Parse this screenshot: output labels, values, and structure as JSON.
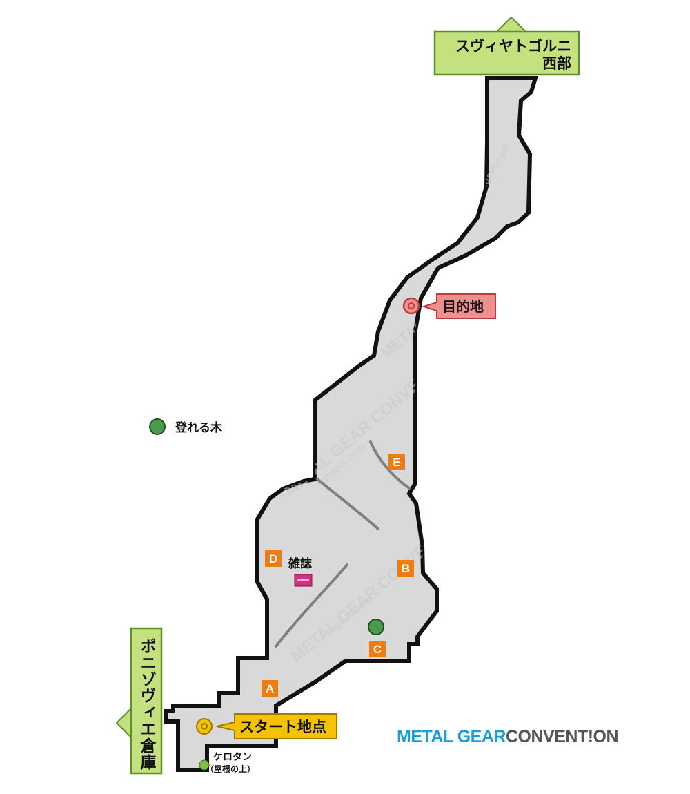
{
  "exits": {
    "north": {
      "line1": "スヴィヤトゴルニ",
      "line2": "西部"
    },
    "west": {
      "label": "ポニゾヴィエ倉庫"
    }
  },
  "points": {
    "destination": "目的地",
    "start": "スタート地点",
    "magazine": "雑誌",
    "kerotan_name": "ケロタン",
    "kerotan_note": "（屋根の上）"
  },
  "legend": {
    "climbable_tree": "登れる木"
  },
  "letters": [
    "A",
    "B",
    "C",
    "D",
    "E"
  ],
  "logo": {
    "part1": "METAL GEAR",
    "part2": "CONVENT!ON"
  },
  "watermark": {
    "primary": "METAL GEAR CONVENTION",
    "secondary": "mgcvt.com"
  },
  "colors": {
    "area_fill": "#d9d9d9",
    "area_stroke": "#111111",
    "exit_box": "#c3e17f",
    "exit_border": "#5f8f2a",
    "destination_fill": "#ef8f8f",
    "start_fill": "#f4c200",
    "letter_marker": "#f07b10",
    "tree": "#4a9a4a",
    "kerotan": "#7cc143",
    "magazine": "#d42d82"
  }
}
